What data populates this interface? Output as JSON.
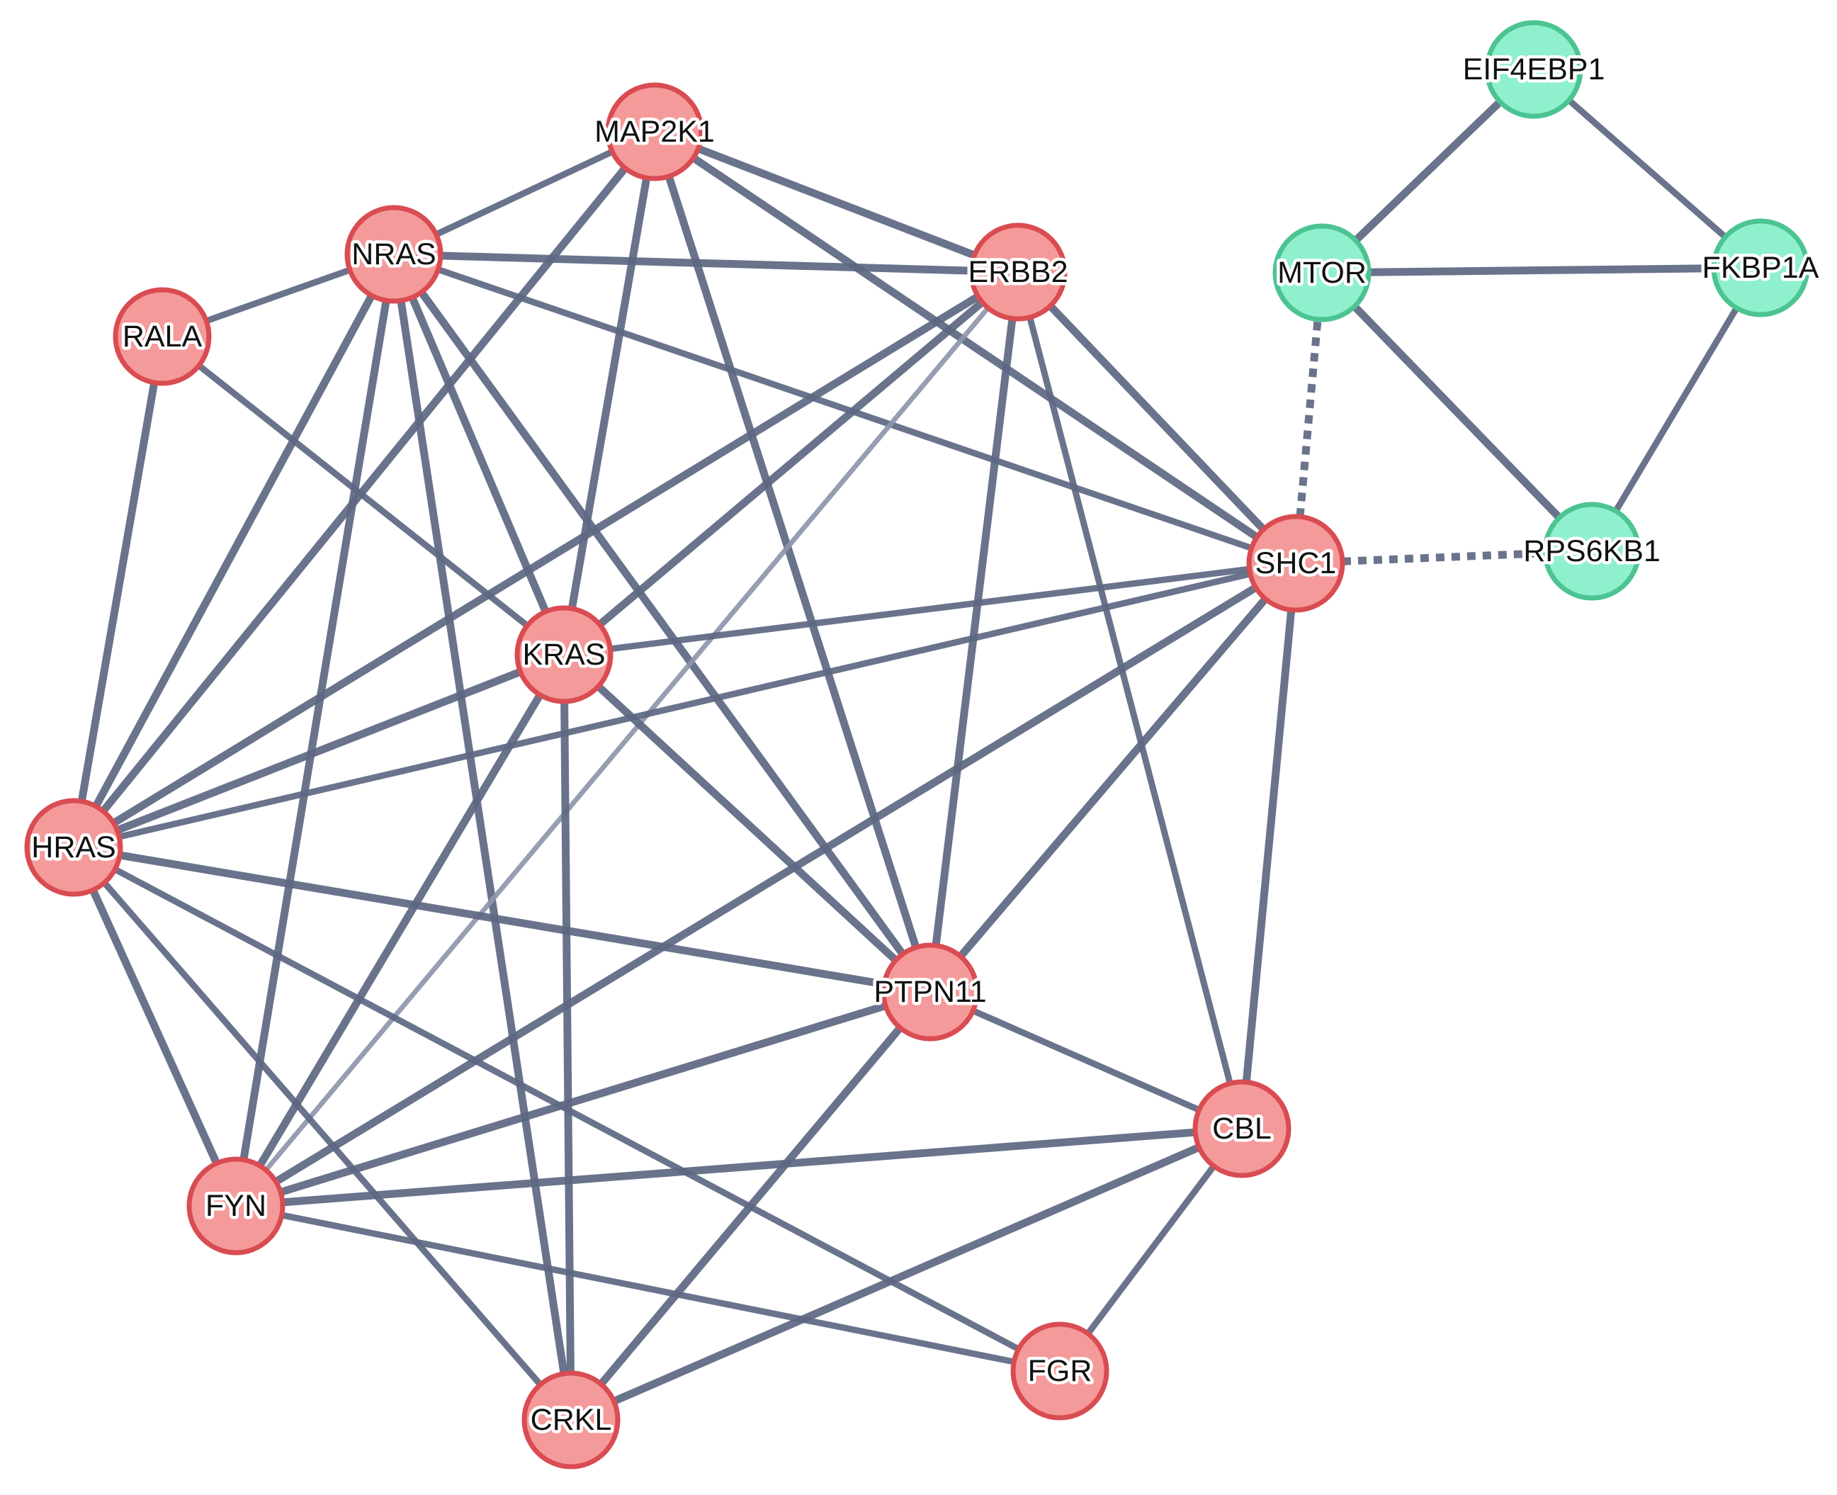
{
  "network": {
    "colors": {
      "cluster_red_fill": "#f59a9a",
      "cluster_red_stroke": "#d94c52",
      "cluster_green_fill": "#8ef0cc",
      "cluster_green_stroke": "#4cc492",
      "edge": "#5d6782",
      "edge_light": "#8e96ab",
      "background": "#ffffff"
    },
    "nodes": [
      {
        "id": "MAP2K1",
        "label": "MAP2K1",
        "cluster": "red"
      },
      {
        "id": "NRAS",
        "label": "NRAS",
        "cluster": "red"
      },
      {
        "id": "ERBB2",
        "label": "ERBB2",
        "cluster": "red"
      },
      {
        "id": "RALA",
        "label": "RALA",
        "cluster": "red"
      },
      {
        "id": "KRAS",
        "label": "KRAS",
        "cluster": "red"
      },
      {
        "id": "SHC1",
        "label": "SHC1",
        "cluster": "red"
      },
      {
        "id": "HRAS",
        "label": "HRAS",
        "cluster": "red"
      },
      {
        "id": "PTPN11",
        "label": "PTPN11",
        "cluster": "red"
      },
      {
        "id": "CBL",
        "label": "CBL",
        "cluster": "red"
      },
      {
        "id": "FYN",
        "label": "FYN",
        "cluster": "red"
      },
      {
        "id": "FGR",
        "label": "FGR",
        "cluster": "red"
      },
      {
        "id": "CRKL",
        "label": "CRKL",
        "cluster": "red"
      },
      {
        "id": "EIF4EBP1",
        "label": "EIF4EBP1",
        "cluster": "green"
      },
      {
        "id": "MTOR",
        "label": "MTOR",
        "cluster": "green"
      },
      {
        "id": "FKBP1A",
        "label": "FKBP1A",
        "cluster": "green"
      },
      {
        "id": "RPS6KB1",
        "label": "RPS6KB1",
        "cluster": "green"
      }
    ],
    "edges": [
      {
        "source": "MAP2K1",
        "target": "NRAS",
        "style": "solid",
        "weight": "medium"
      },
      {
        "source": "MAP2K1",
        "target": "ERBB2",
        "style": "solid",
        "weight": "thick"
      },
      {
        "source": "MAP2K1",
        "target": "SHC1",
        "style": "solid",
        "weight": "thick"
      },
      {
        "source": "MAP2K1",
        "target": "KRAS",
        "style": "solid",
        "weight": "thick"
      },
      {
        "source": "MAP2K1",
        "target": "HRAS",
        "style": "solid",
        "weight": "thick"
      },
      {
        "source": "MAP2K1",
        "target": "PTPN11",
        "style": "solid",
        "weight": "thick"
      },
      {
        "source": "NRAS",
        "target": "ERBB2",
        "style": "solid",
        "weight": "thick"
      },
      {
        "source": "NRAS",
        "target": "RALA",
        "style": "solid",
        "weight": "medium"
      },
      {
        "source": "NRAS",
        "target": "KRAS",
        "style": "solid",
        "weight": "thick"
      },
      {
        "source": "NRAS",
        "target": "SHC1",
        "style": "solid",
        "weight": "medium"
      },
      {
        "source": "NRAS",
        "target": "HRAS",
        "style": "solid",
        "weight": "thick"
      },
      {
        "source": "NRAS",
        "target": "PTPN11",
        "style": "solid",
        "weight": "thick"
      },
      {
        "source": "NRAS",
        "target": "FYN",
        "style": "solid",
        "weight": "thick"
      },
      {
        "source": "NRAS",
        "target": "CRKL",
        "style": "solid",
        "weight": "thick"
      },
      {
        "source": "ERBB2",
        "target": "KRAS",
        "style": "solid",
        "weight": "thick"
      },
      {
        "source": "ERBB2",
        "target": "SHC1",
        "style": "solid",
        "weight": "thick"
      },
      {
        "source": "ERBB2",
        "target": "HRAS",
        "style": "solid",
        "weight": "thick"
      },
      {
        "source": "ERBB2",
        "target": "PTPN11",
        "style": "solid",
        "weight": "thick"
      },
      {
        "source": "ERBB2",
        "target": "CBL",
        "style": "solid",
        "weight": "medium"
      },
      {
        "source": "ERBB2",
        "target": "FYN",
        "style": "solid",
        "weight": "light"
      },
      {
        "source": "RALA",
        "target": "KRAS",
        "style": "solid",
        "weight": "medium"
      },
      {
        "source": "RALA",
        "target": "HRAS",
        "style": "solid",
        "weight": "thick"
      },
      {
        "source": "KRAS",
        "target": "SHC1",
        "style": "solid",
        "weight": "medium"
      },
      {
        "source": "KRAS",
        "target": "HRAS",
        "style": "solid",
        "weight": "thick"
      },
      {
        "source": "KRAS",
        "target": "PTPN11",
        "style": "solid",
        "weight": "thick"
      },
      {
        "source": "KRAS",
        "target": "FYN",
        "style": "solid",
        "weight": "thick"
      },
      {
        "source": "KRAS",
        "target": "CRKL",
        "style": "solid",
        "weight": "thick"
      },
      {
        "source": "SHC1",
        "target": "HRAS",
        "style": "solid",
        "weight": "medium"
      },
      {
        "source": "SHC1",
        "target": "PTPN11",
        "style": "solid",
        "weight": "thick"
      },
      {
        "source": "SHC1",
        "target": "CBL",
        "style": "solid",
        "weight": "thick"
      },
      {
        "source": "SHC1",
        "target": "FYN",
        "style": "solid",
        "weight": "thick"
      },
      {
        "source": "SHC1",
        "target": "MTOR",
        "style": "dotted",
        "weight": "thick"
      },
      {
        "source": "SHC1",
        "target": "RPS6KB1",
        "style": "dotted",
        "weight": "thick"
      },
      {
        "source": "HRAS",
        "target": "PTPN11",
        "style": "solid",
        "weight": "thick"
      },
      {
        "source": "HRAS",
        "target": "FYN",
        "style": "solid",
        "weight": "thick"
      },
      {
        "source": "HRAS",
        "target": "FGR",
        "style": "solid",
        "weight": "medium"
      },
      {
        "source": "HRAS",
        "target": "CRKL",
        "style": "solid",
        "weight": "medium"
      },
      {
        "source": "PTPN11",
        "target": "CBL",
        "style": "solid",
        "weight": "medium"
      },
      {
        "source": "PTPN11",
        "target": "FYN",
        "style": "solid",
        "weight": "thick"
      },
      {
        "source": "PTPN11",
        "target": "CRKL",
        "style": "solid",
        "weight": "thick"
      },
      {
        "source": "CBL",
        "target": "FYN",
        "style": "solid",
        "weight": "thick"
      },
      {
        "source": "CBL",
        "target": "FGR",
        "style": "solid",
        "weight": "medium"
      },
      {
        "source": "CBL",
        "target": "CRKL",
        "style": "solid",
        "weight": "thick"
      },
      {
        "source": "FYN",
        "target": "FGR",
        "style": "solid",
        "weight": "medium"
      },
      {
        "source": "EIF4EBP1",
        "target": "MTOR",
        "style": "solid",
        "weight": "thick"
      },
      {
        "source": "EIF4EBP1",
        "target": "FKBP1A",
        "style": "solid",
        "weight": "medium"
      },
      {
        "source": "MTOR",
        "target": "FKBP1A",
        "style": "solid",
        "weight": "thick"
      },
      {
        "source": "MTOR",
        "target": "RPS6KB1",
        "style": "solid",
        "weight": "thick"
      },
      {
        "source": "FKBP1A",
        "target": "RPS6KB1",
        "style": "solid",
        "weight": "medium"
      }
    ]
  }
}
